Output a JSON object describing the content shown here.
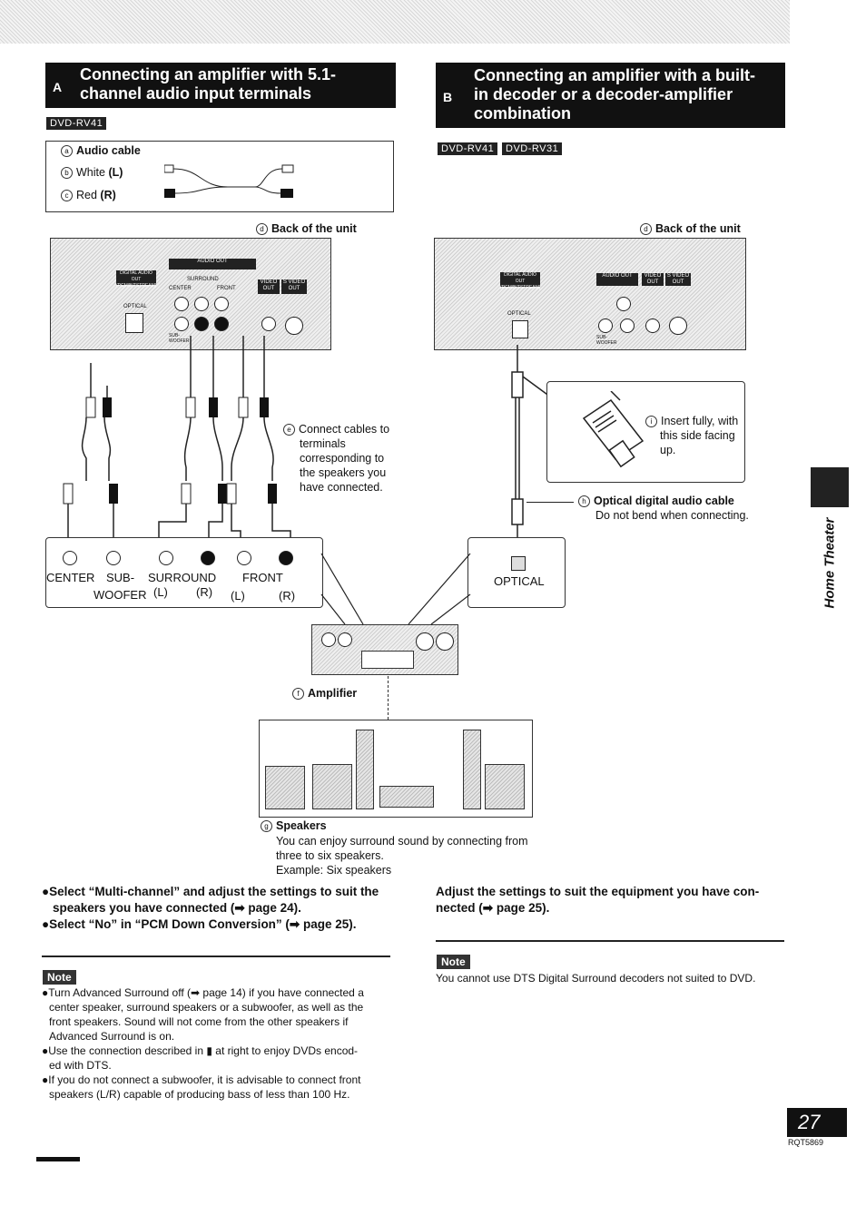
{
  "sectionA": {
    "letter": "A",
    "title_line1": "Connecting an amplifier with 5.1-",
    "title_line2": "channel audio input terminals",
    "model": "DVD-RV41",
    "legend": {
      "a_mark": "a",
      "a_label": "Audio cable",
      "b_mark": "b",
      "b_label": "White",
      "b_side": "(L)",
      "c_mark": "c",
      "c_label": "Red",
      "c_side": "(R)"
    },
    "back_mark": "d",
    "back_label": "Back of the unit",
    "unit_panel": {
      "digital_out": "DIGITAL AUDIO OUT (PCM/BITSTREAM)",
      "optical": "OPTICAL",
      "audio_out": "AUDIO OUT",
      "center": "CENTER",
      "surround": "SURROUND",
      "front": "FRONT",
      "subwoofer": "SUB-WOOFER",
      "video_out": "VIDEO OUT",
      "svideo_out": "S VIDEO OUT"
    },
    "connect_mark": "e",
    "connect_text": [
      "Connect cables to",
      "terminals",
      "corresponding to",
      "the speakers you",
      "have connected."
    ],
    "amp_terminals": {
      "center": "CENTER",
      "sub": "SUB-",
      "woofer": "WOOFER",
      "surround": "SURROUND",
      "front": "FRONT",
      "sur_l": "(L)",
      "sur_r": "(R)",
      "front_l": "(L)",
      "front_r": "(R)"
    },
    "instructions": [
      "●Select “Multi-channel” and adjust the settings to suit the",
      "speakers you have connected (➡ page 24).",
      "●Select “No” in “PCM Down Conversion” (➡ page 25)."
    ],
    "note_label": "Note",
    "notes": [
      "●Turn Advanced Surround off (➡ page 14) if you have connected a",
      "center speaker, surround speakers or a subwoofer, as well as the",
      "front speakers. Sound will not come from the other speakers if",
      "Advanced Surround is on.",
      "●Use the connection described in ▮ at right to enjoy DVDs encod-",
      "ed with DTS.",
      "●If you do not connect a subwoofer, it is advisable to connect front",
      "speakers (L/R) capable of producing bass of less than 100 Hz."
    ]
  },
  "sectionB": {
    "letter": "B",
    "title_line1": "Connecting an amplifier with a built-",
    "title_line2": "in decoder or a decoder-amplifier",
    "title_line3": "combination",
    "model1": "DVD-RV41",
    "model2": "DVD-RV31",
    "back_mark": "d",
    "back_label": "Back of the unit",
    "unit_panel": {
      "digital_out": "DIGITAL AUDIO OUT (PCM/BITSTREAM)",
      "optical": "OPTICAL",
      "audio_out": "AUDIO OUT",
      "video_out": "VIDEO OUT",
      "svideo_out": "S VIDEO OUT",
      "subwoofer": "SUB-WOOFER"
    },
    "insert_mark": "i",
    "insert_text": [
      "Insert fully, with",
      "this side facing",
      "up."
    ],
    "optical_mark": "h",
    "optical_label": "Optical digital audio cable",
    "optical_sub": "Do not bend when connecting.",
    "amp_optical": "OPTICAL",
    "instruction_line1": "Adjust the settings to suit the equipment you have con-",
    "instruction_line2": "nected (➡ page 25).",
    "note_label": "Note",
    "note_text": "You cannot use DTS Digital Surround decoders not suited to DVD."
  },
  "amplifier": {
    "mark": "f",
    "label": "Amplifier"
  },
  "speakers": {
    "mark": "g",
    "label": "Speakers",
    "desc": [
      "You can enjoy surround sound by connecting from",
      "three to six speakers.",
      "Example: Six speakers"
    ]
  },
  "sidebar": {
    "label": "Home Theater"
  },
  "footer": {
    "page_number": "27",
    "code": "RQT5869"
  }
}
